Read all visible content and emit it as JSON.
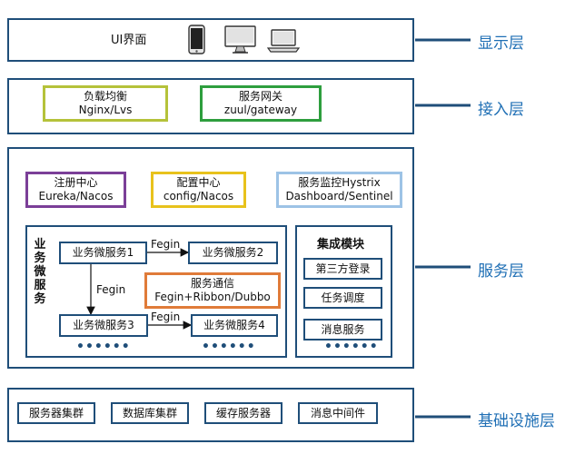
{
  "layers": {
    "display": {
      "label": "显示层",
      "ui": "UI界面",
      "icons": [
        "phone-icon",
        "desktop-monitor-icon",
        "laptop-icon"
      ]
    },
    "access": {
      "label": "接入层",
      "lb": {
        "line1": "负载均衡",
        "line2": "Nginx/Lvs"
      },
      "gw": {
        "line1": "服务网关",
        "line2": "zuul/gateway"
      }
    },
    "service": {
      "label": "服务层",
      "registry": {
        "line1": "注册中心",
        "line2": "Eureka/Nacos"
      },
      "config": {
        "line1": "配置中心",
        "line2": "config/Nacos"
      },
      "monitor": {
        "line1": "服务监控Hystrix",
        "line2": "Dashboard/Sentinel"
      },
      "biz_title": "业务微服务",
      "ms1": "业务微服务1",
      "ms2": "业务微服务2",
      "ms3": "业务微服务3",
      "ms4": "业务微服务4",
      "comm": {
        "line1": "服务通信",
        "line2": "Fegin+Ribbon/Dubbo"
      },
      "fegin": "Fegin",
      "ellipsis": "••••••",
      "integration": {
        "title": "集成模块",
        "items": [
          "第三方登录",
          "任务调度",
          "消息服务"
        ]
      }
    },
    "infra": {
      "label": "基础设施层",
      "items": [
        "服务器集群",
        "数据库集群",
        "缓存服务器",
        "消息中间件"
      ]
    }
  },
  "colors": {
    "navy": "#1f4e79",
    "label_blue": "#1f6fb5",
    "olive": "#b5c23a",
    "green": "#2e9e3e",
    "purple": "#7b3f98",
    "yellow": "#e8c21c",
    "light_blue": "#9dc3e6",
    "orange": "#e07b39"
  }
}
